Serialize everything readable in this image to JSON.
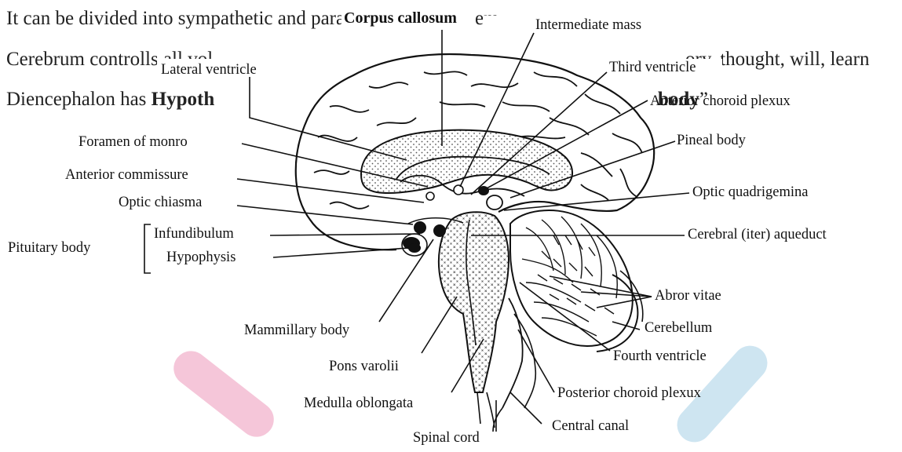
{
  "background_text": {
    "line1": "It can be divided into sympathetic and parasympathetic system",
    "line2_left": "Cerebrum controlls all vol",
    "line2_right": "ory, thought, will, learn",
    "line3_left": "Diencephalon has ",
    "line3_bold": "Hypoth",
    "line3_right_bold": "body",
    "line3_right_tail": "”"
  },
  "labels": {
    "corpus_callosum": "Corpus callosum",
    "intermediate_mass": "Intermediate mass",
    "lateral_ventricle": "Lateral ventricle",
    "third_ventricle": "Third ventricle",
    "anterior_choroid_plexus": "Anterior choroid plexux",
    "foramen_of_monro": "Foramen of monro",
    "pineal_body": "Pineal body",
    "anterior_commissure": "Anterior commissure",
    "optic_chiasma": "Optic chiasma",
    "optic_quadrigemina": "Optic quadrigemina",
    "pituitary_body": "Pituitary body",
    "infundibulum": "Infundibulum",
    "hypophysis": "Hypophysis",
    "cerebral_aqueduct": "Cerebral (iter) aqueduct",
    "abror_vitae": "Abror vitae",
    "cerebellum": "Cerebellum",
    "mammillary_body": "Mammillary body",
    "fourth_ventricle": "Fourth ventricle",
    "pons_varolii": "Pons varolii",
    "posterior_choroid_plexux": "Posterior choroid plexux",
    "medulla_oblongata": "Medulla oblongata",
    "central_canal": "Central canal",
    "spinal_cord": "Spinal cord"
  },
  "colors": {
    "pink_marker": "#f2b8cf",
    "blue_marker": "#c6e0ee",
    "ink": "#111111"
  }
}
